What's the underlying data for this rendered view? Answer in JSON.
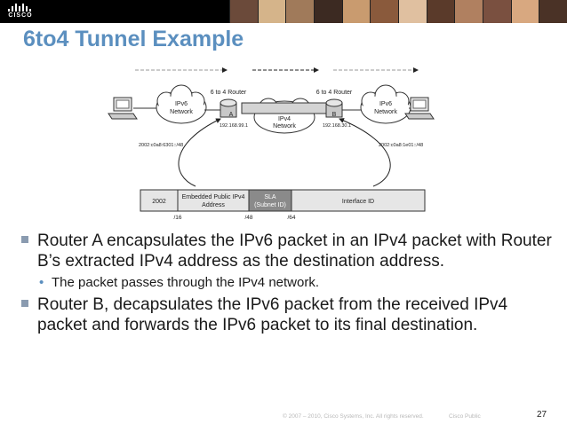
{
  "header": {
    "logo_text": "CISCO",
    "photo_colors": [
      "#6b4a3a",
      "#d5b48a",
      "#a07a5a",
      "#3c2a22",
      "#c99b6f",
      "#8a5a3c",
      "#e0c0a0",
      "#5a3a2a",
      "#b08060",
      "#7a5040",
      "#d8a880",
      "#4a3226"
    ]
  },
  "slide": {
    "title": "6to4 Tunnel Example",
    "bullets": [
      "Router A encapsulates the IPv6 packet in an IPv4 packet with Router B’s extracted IPv4 address as the destination address.",
      "Router B, decapsulates the IPv6 packet from the received IPv4 packet and forwards the IPv6 packet to its final destination."
    ],
    "sub_bullet": "The packet passes through the IPv4 network."
  },
  "diagram": {
    "router_left_label": "6 to 4 Router",
    "router_right_label": "6 to 4 Router",
    "router_left_letter": "A",
    "router_right_letter": "B",
    "cloud_left": [
      "IPv6",
      "Network"
    ],
    "cloud_middle": [
      "IPv4",
      "Network"
    ],
    "cloud_right": [
      "IPv6",
      "Network"
    ],
    "ip_left": "192.168.99.1",
    "ip_right": "192.168.30.1",
    "prefix_left": "2002:c0a8:6301::/48",
    "prefix_right": "2002:c0a8:1e01::/48",
    "address_fields": [
      "2002",
      "Embedded Public IPv4 Address",
      "SLA (Subnet ID)",
      "Interface ID"
    ],
    "address_bits": [
      "/16",
      "/48",
      "/64"
    ]
  },
  "footer": {
    "copyright": "© 2007 – 2010, Cisco Systems, Inc. All rights reserved.",
    "classification": "Cisco Public",
    "page": "27"
  }
}
